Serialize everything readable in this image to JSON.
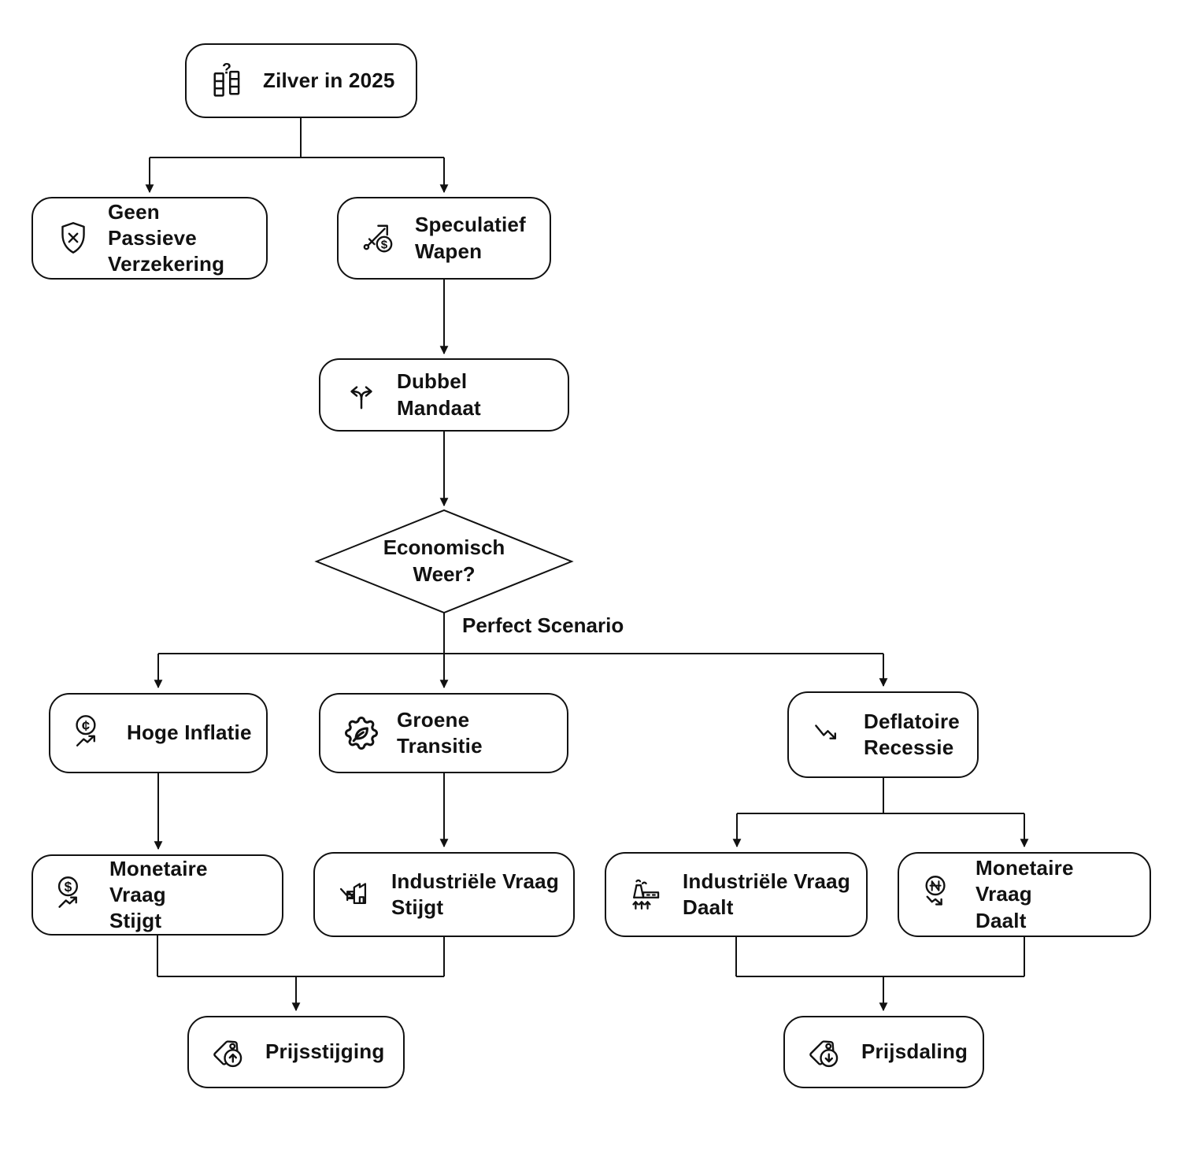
{
  "canvas": {
    "background": "#ffffff",
    "stroke_color": "#111111",
    "text_color": "#111111"
  },
  "glyphs": {
    "question": "?",
    "dollar": "$",
    "cent": "¢"
  },
  "nodes": {
    "zilver": {
      "label": "Zilver in 2025",
      "icon": "silver-bars-question-icon"
    },
    "geen_passieve": {
      "lines": [
        "Geen Passieve",
        "Verzekering"
      ],
      "icon": "shield-x-icon"
    },
    "speculatief": {
      "lines": [
        "Speculatief",
        "Wapen"
      ],
      "icon": "sword-dollar-icon"
    },
    "dubbel": {
      "label": "Dubbel Mandaat",
      "icon": "fork-split-arrows-icon"
    },
    "economisch": {
      "lines": [
        "Economisch",
        "Weer?"
      ],
      "shape": "decision-diamond"
    },
    "hoge_inflatie": {
      "label": "Hoge Inflatie",
      "icon": "cent-coin-rising-trend-icon"
    },
    "groene": {
      "label": "Groene Transitie",
      "icon": "gear-leaf-icon"
    },
    "deflatoire": {
      "lines": [
        "Deflatoire",
        "Recessie"
      ],
      "icon": "trend-down-arrow-icon"
    },
    "monetaire_stijgt": {
      "lines": [
        "Monetaire Vraag",
        "Stijgt"
      ],
      "icon": "dollar-coin-rising-trend-icon"
    },
    "industriele_stijgt": {
      "lines": [
        "Industriële Vraag",
        "Stijgt"
      ],
      "icon": "factory-zigzag-arrow-icon"
    },
    "industriele_daalt": {
      "lines": [
        "Industriële Vraag",
        "Daalt"
      ],
      "icon": "factory-smoke-up-arrows-icon"
    },
    "monetaire_daalt": {
      "lines": [
        "Monetaire Vraag",
        "Daalt"
      ],
      "icon": "naira-coin-falling-trend-icon"
    },
    "prijsstijging": {
      "label": "Prijsstijging",
      "icon": "price-tag-up-icon"
    },
    "prijsdaling": {
      "label": "Prijsdaling",
      "icon": "price-tag-down-icon"
    }
  },
  "labels": {
    "perfect_scenario": "Perfect Scenario"
  },
  "edges": [
    {
      "from": "zilver",
      "to": "geen_passieve"
    },
    {
      "from": "zilver",
      "to": "speculatief"
    },
    {
      "from": "speculatief",
      "to": "dubbel"
    },
    {
      "from": "dubbel",
      "to": "economisch"
    },
    {
      "from": "economisch",
      "to": "hoge_inflatie",
      "label": "Perfect Scenario"
    },
    {
      "from": "economisch",
      "to": "groene",
      "label": "Perfect Scenario"
    },
    {
      "from": "economisch",
      "to": "deflatoire",
      "label": "Perfect Scenario"
    },
    {
      "from": "hoge_inflatie",
      "to": "monetaire_stijgt"
    },
    {
      "from": "groene",
      "to": "industriele_stijgt"
    },
    {
      "from": "deflatoire",
      "to": "industriele_daalt"
    },
    {
      "from": "deflatoire",
      "to": "monetaire_daalt"
    },
    {
      "from": "monetaire_stijgt",
      "to": "prijsstijging"
    },
    {
      "from": "industriele_stijgt",
      "to": "prijsstijging"
    },
    {
      "from": "industriele_daalt",
      "to": "prijsdaling"
    },
    {
      "from": "monetaire_daalt",
      "to": "prijsdaling"
    }
  ]
}
